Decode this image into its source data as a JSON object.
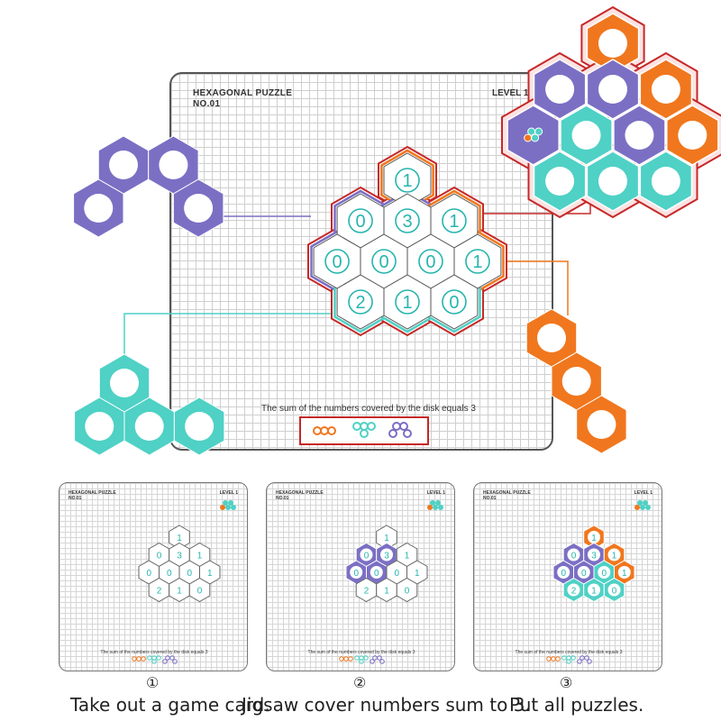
{
  "card": {
    "title_line1": "HEXAGONAL PUZZLE",
    "title_line2": "NO.01",
    "level": "LEVEL 1",
    "instruction": "The sum of the numbers covered by the disk equals 3"
  },
  "board": {
    "rows": [
      [
        "1"
      ],
      [
        "0",
        "3",
        "1"
      ],
      [
        "0",
        "0",
        "0",
        "1"
      ],
      [
        "2",
        "1",
        "0"
      ]
    ]
  },
  "steps": [
    {
      "num": "①",
      "caption": "Take out a game card."
    },
    {
      "num": "②",
      "caption": "Jigsaw cover numbers sum to 3."
    },
    {
      "num": "③",
      "caption": "Put all puzzles."
    }
  ],
  "colors": {
    "purple": "#7b6fc4",
    "orange": "#f0771e",
    "teal": "#4fd1c5",
    "red_frame": "#c62828"
  }
}
